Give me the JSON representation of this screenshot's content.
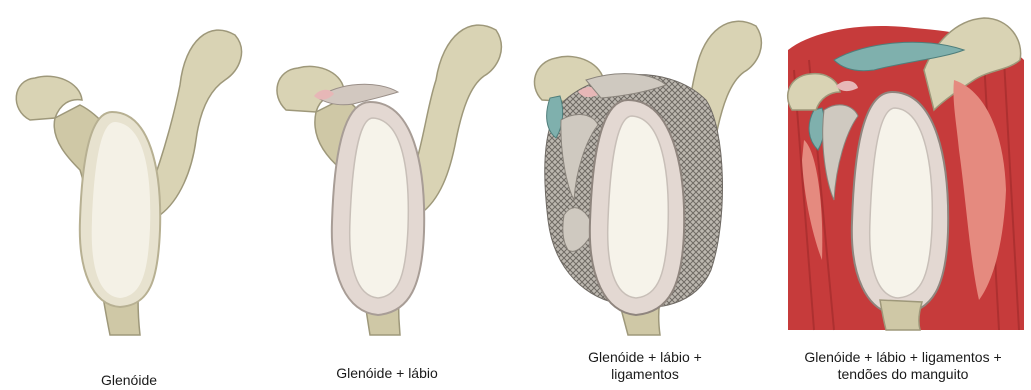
{
  "panels": [
    {
      "caption": [
        "Glenóide"
      ]
    },
    {
      "caption": [
        "Glenóide + lábio"
      ]
    },
    {
      "caption": [
        "Glenóide + lábio +",
        "ligamentos"
      ]
    },
    {
      "caption": [
        "Glenóide + lábio + ligamentos +",
        "tendões do manguito"
      ]
    }
  ],
  "colors": {
    "bone": "#d9d3b4",
    "bone_shade": "#b9b28f",
    "bone_dark": "#8f8a70",
    "cartilage": "#f4f1e6",
    "labrum": "#e3d8d2",
    "ligament": "#cfc9c0",
    "tendon_teal": "#7fb0ad",
    "muscle": "#c63b3b",
    "muscle_light": "#e58a7f"
  }
}
